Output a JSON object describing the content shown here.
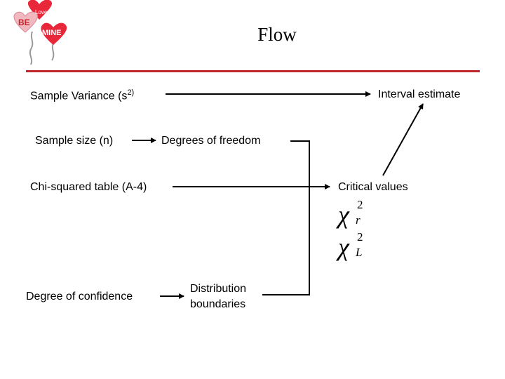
{
  "title": "Flow",
  "accent_color": "#c0272d",
  "logo": {
    "text_top": "Love",
    "text_mid": "BE",
    "text_right": "MINE"
  },
  "nodes": {
    "sample_variance": {
      "text": "Sample Variance (s",
      "sup": "2)"
    },
    "interval_estimate": "Interval estimate",
    "sample_size": "Sample size (n)",
    "degrees_of_freedom": "Degrees of freedom",
    "chi_squared_table": "Chi-squared table (A-4)",
    "critical_values": "Critical values",
    "degree_of_confidence": "Degree of confidence",
    "distribution_boundaries_line1": "Distribution",
    "distribution_boundaries_line2": "boundaries"
  },
  "symbols": {
    "chi_r": {
      "base": "χ",
      "sup": "2",
      "sub": "r"
    },
    "chi_l": {
      "base": "χ",
      "sup": "2",
      "sub": "L"
    }
  }
}
